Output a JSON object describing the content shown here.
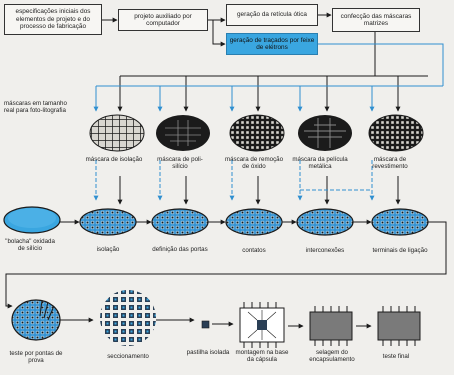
{
  "top_boxes": {
    "especificacoes": "especificações iniciais dos elementos de projeto e do processo de fabricação",
    "projeto": "projeto auxiliado por computador",
    "reticula": "geração da retícula ótica",
    "mascaras_matrizes": "confecção das máscaras matrizes",
    "feixe": "geração de traçados por feixe de elétrons"
  },
  "side_note": "máscaras em tamanho real para foto-litografia",
  "masks": [
    "máscara de isolação",
    "máscara de poli-silício",
    "máscara de remoção de óxido",
    "máscara da película metálica",
    "máscara de revestimento"
  ],
  "wafers": [
    "''bolacha'' oxidada de silício",
    "isolação",
    "definição das portas",
    "contatos",
    "interconexões",
    "terminais de ligação"
  ],
  "bottom": [
    "teste por pontas de prova",
    "seccionamento",
    "pastilha isolada",
    "montagem na base da cápsula",
    "selagem do encapsulamento",
    "teste final"
  ],
  "colors": {
    "blue_accent": "#3aa6e0",
    "dark": "#1b1b1b",
    "background": "#f0efec"
  }
}
